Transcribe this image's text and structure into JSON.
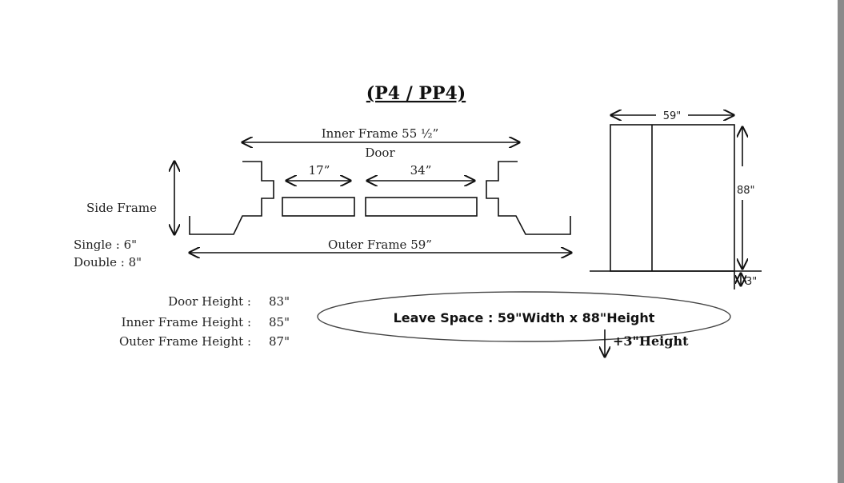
{
  "title": "(P4 / PP4)",
  "plan": {
    "inner_frame": "Inner Frame 55 ½”",
    "door": "Door",
    "leaf_small": "17”",
    "leaf_large": "34”",
    "side_frame": "Side Frame",
    "single": "Single : 6\"",
    "double": "Double : 8\"",
    "outer_frame": "Outer Frame 59”"
  },
  "elevation": {
    "width": "59\"",
    "height": "88\"",
    "gap": "3\""
  },
  "heights": [
    {
      "label": "Door Height :",
      "value": "83\""
    },
    {
      "label": "Inner Frame Height :",
      "value": "85\""
    },
    {
      "label": "Outer Frame Height :",
      "value": "87\""
    }
  ],
  "leave_space": "Leave Space : 59\"Width  x 88\"Height",
  "extra_height": "+3\"Height"
}
